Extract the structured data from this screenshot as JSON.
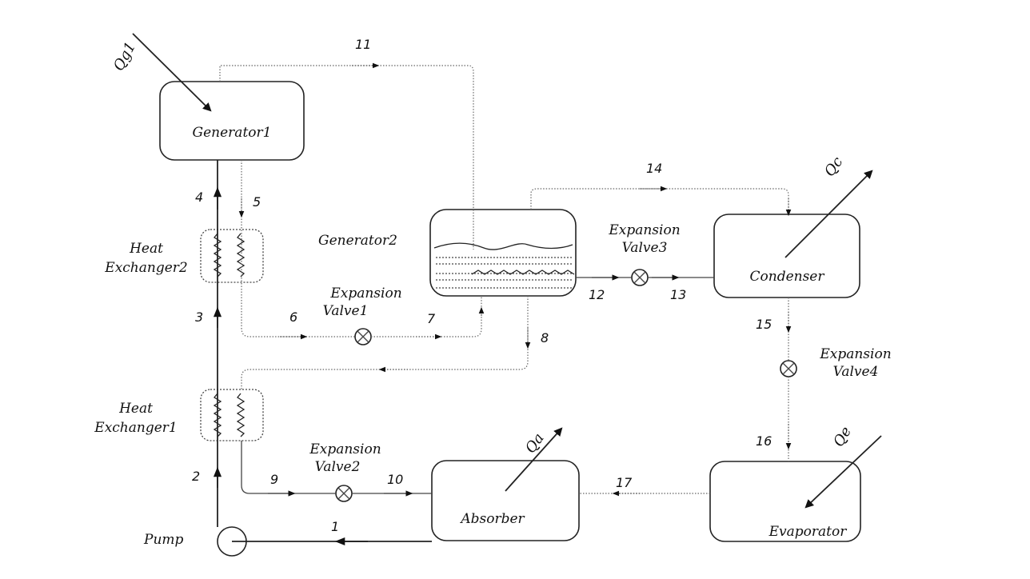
{
  "components": {
    "generator1": "Generator1",
    "generator2": "Generator2",
    "condenser": "Condenser",
    "absorber": "Absorber",
    "evaporator": "Evaporator",
    "pump": "Pump",
    "hx2": [
      "Heat",
      "Exchanger2"
    ],
    "hx1": [
      "Heat",
      "Exchanger1"
    ],
    "ev1": [
      "Expansion",
      "Valve1"
    ],
    "ev2": [
      "Expansion",
      "Valve2"
    ],
    "ev3": [
      "Expansion",
      "Valve3"
    ],
    "ev4": [
      "Expansion",
      "Valve4"
    ]
  },
  "heat": {
    "qg1": "Qg1",
    "qa": "Qa",
    "qc": "Qc",
    "qe": "Qe"
  },
  "states": [
    "1",
    "2",
    "3",
    "4",
    "5",
    "6",
    "7",
    "8",
    "9",
    "10",
    "11",
    "12",
    "13",
    "14",
    "15",
    "16",
    "17"
  ]
}
